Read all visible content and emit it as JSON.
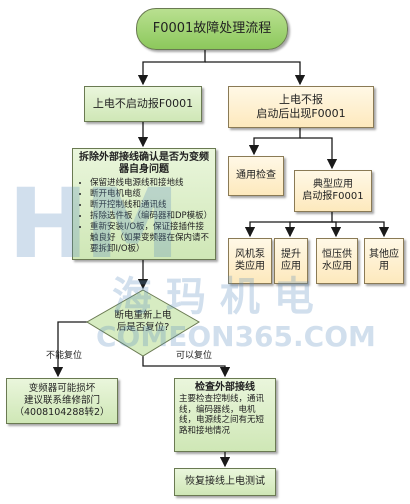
{
  "nodes": {
    "title": "F0001故障处理流程",
    "left_start": "上电不启动报F0001",
    "right_start": "上电不报\n启动后出现F0001",
    "check_self": {
      "title": "拆除外部接线确认是否为变频器自身问题",
      "items": [
        "保留进线电源线和接地线",
        "断开电机电缆",
        "断开控制线和通讯线",
        "拆除选件板（编码器和DP模板）",
        "重新安装I/O板，保证接插件接触良好（如果变频器在保内请不要拆卸I/O板）"
      ]
    },
    "general_check": "通用检查",
    "typical_app": "典型应用\n启动报F0001",
    "fan_pump": "风机泵\n类应用",
    "hoist": "提升\n应用",
    "water": "恒压供\n水应用",
    "other": "其他应\n用",
    "decision": "断电重新上电\n后是否复位?",
    "no_reset": "不能复位",
    "can_reset": "可以复位",
    "repair": "变频器可能损坏\n建议联系维修部门\n（4008104288转2）",
    "ext_wiring": {
      "title": "检查外部接线",
      "body": "主要检查控制线，通讯线，编码器线，电机线，电源线之间有无短路和接地情况"
    },
    "restore": "恢复接线上电测试"
  },
  "watermark": {
    "big": "HM",
    "cn": "海 玛 机 电",
    "url": "COMEON365.COM"
  },
  "colors": {
    "green_fill": "#d7ecc2",
    "green_dark_fill": "#9fd16f",
    "yellow_fill": "#fde9bd",
    "line": "#1a1a1a"
  }
}
